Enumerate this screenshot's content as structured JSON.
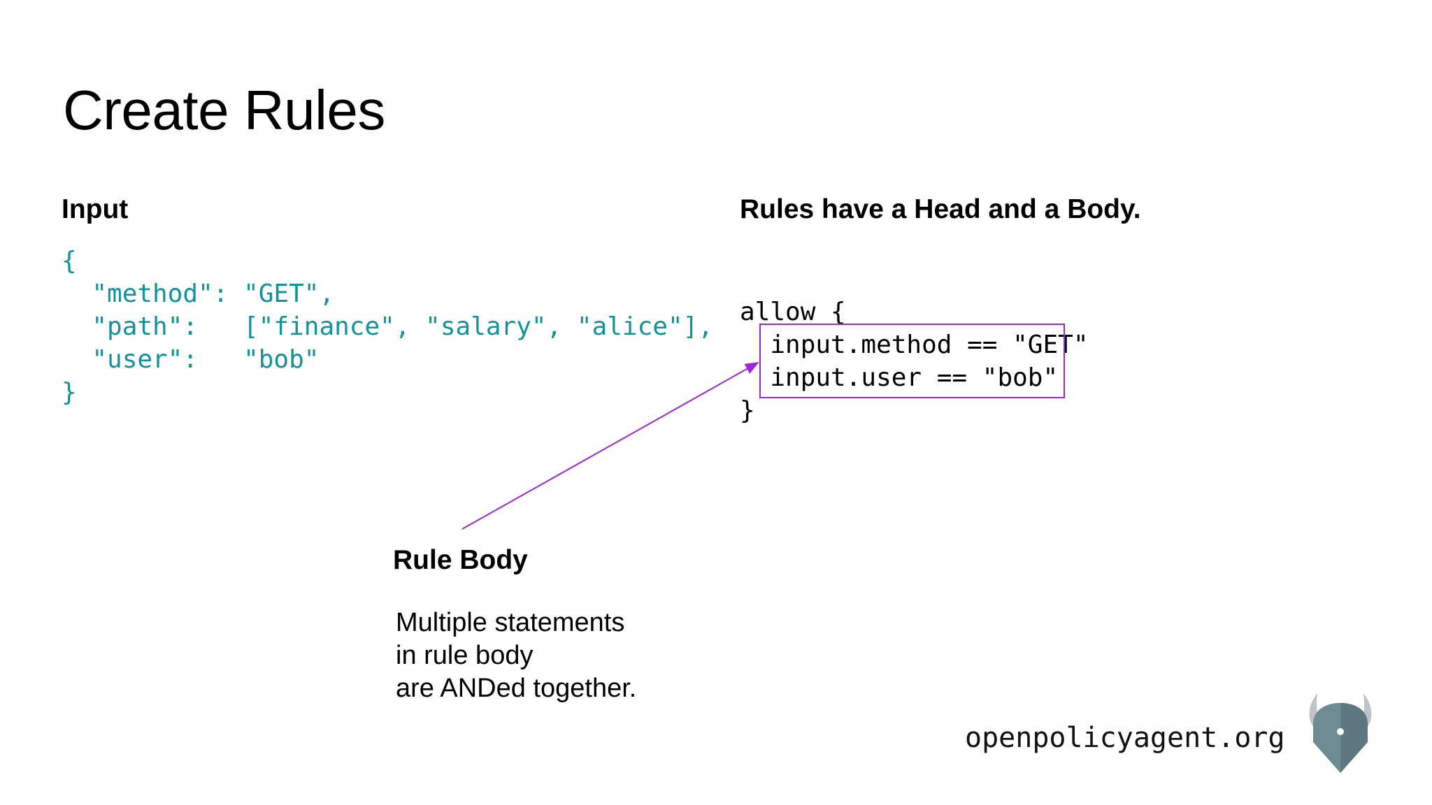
{
  "slide": {
    "title": "Create Rules"
  },
  "input_section": {
    "heading": "Input",
    "code_lines": [
      "{",
      "  \"method\": \"GET\",",
      "  \"path\":   [\"finance\", \"salary\", \"alice\"],",
      "  \"user\":   \"bob\"",
      "}"
    ]
  },
  "rules_section": {
    "heading": "Rules have a Head and a Body.",
    "code_lines": [
      "allow {",
      "  input.method == \"GET\"",
      "  input.user == \"bob\"",
      "}"
    ]
  },
  "annotation": {
    "label": "Rule Body",
    "description_lines": [
      "Multiple statements",
      "in rule body",
      "are ANDed together."
    ]
  },
  "footer": {
    "website": "openpolicyagent.org",
    "logo_icon": "opa-viking-helmet-logo"
  },
  "colors": {
    "input_code": "#12939a",
    "highlight": "#9c27d6"
  }
}
